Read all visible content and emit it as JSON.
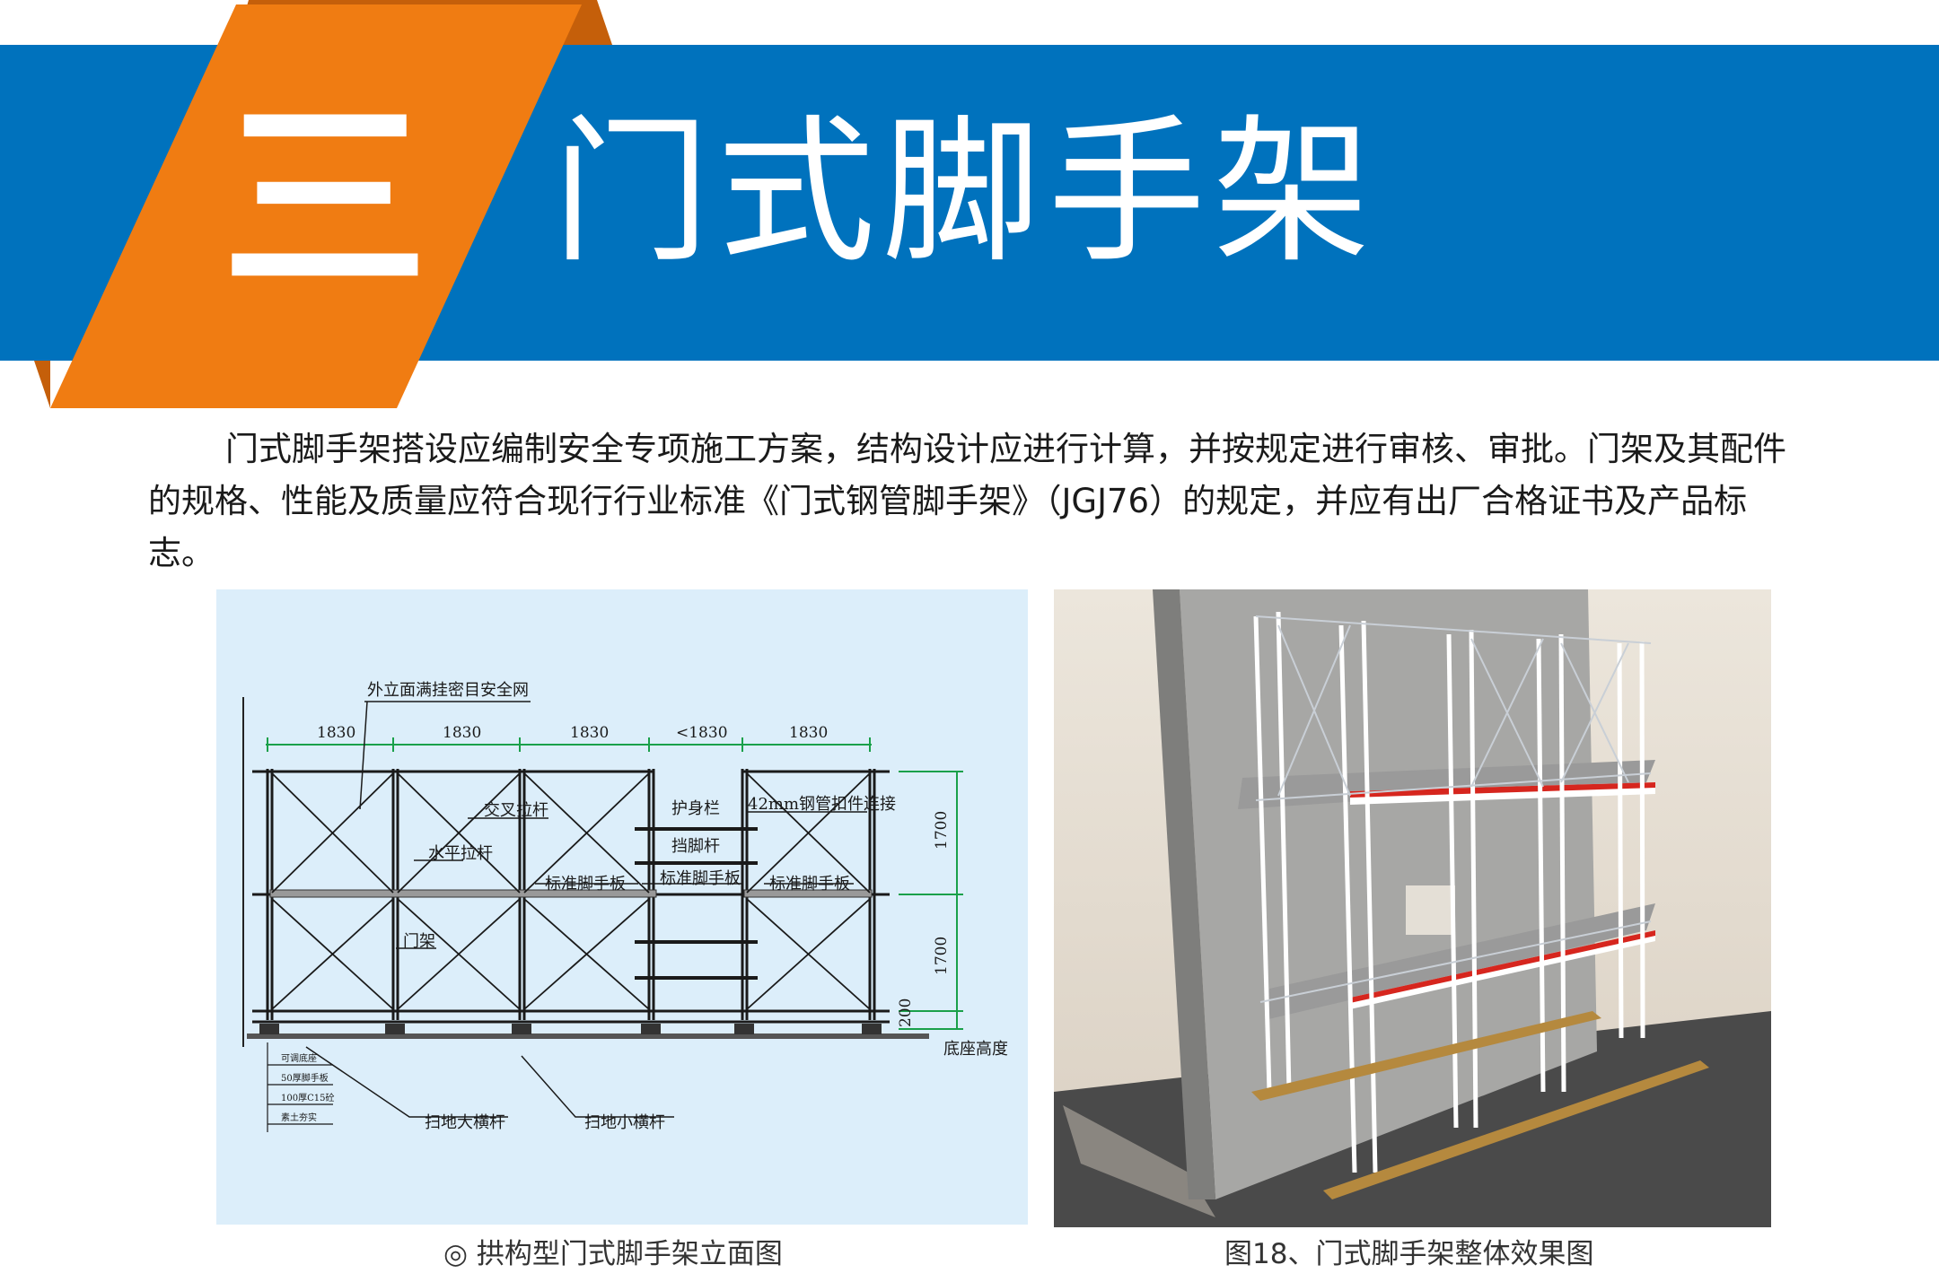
{
  "header": {
    "section_number": "三",
    "title": "门式脚手架",
    "colors": {
      "band": "#0072bd",
      "accent": "#f07c12",
      "accent_dark": "#c55f0a"
    }
  },
  "intro": {
    "paragraph": "门式脚手架搭设应编制安全专项施工方案，结构设计应进行计算，并按规定进行审核、审批。门架及其配件的规格、性能及质量应符合现行行业标准《门式钢管脚手架》（JGJ76）的规定，并应有出厂合格证书及产品标志。"
  },
  "figures": {
    "left": {
      "caption": "◎ 拱构型门式脚手架立面图",
      "dimensions_top": [
        "1830",
        "1830",
        "1830",
        "<1830",
        "1830"
      ],
      "dimensions_right": [
        "1700",
        "1700",
        "200"
      ],
      "labels": {
        "safety_net": "外立面满挂密目安全网",
        "cross_brace": "交叉拉杆",
        "guard_rail": "护身栏",
        "pipe_connect": "42mm钢管扣件连接",
        "toe_board": "挡脚杆",
        "horizontal_rod": "水平拉杆",
        "std_plank_1": "标准脚手板",
        "std_plank_2": "标准脚手板",
        "std_plank_3": "标准脚手板",
        "door_frame": "门架",
        "base_height": "底座高度",
        "sweep_big": "扫地大横杆",
        "sweep_small": "扫地小横杆"
      },
      "base_layers": [
        "可调底座",
        "50厚脚手板",
        "100厚C15砼",
        "素土夯实"
      ]
    },
    "right": {
      "caption": "图18、门式脚手架整体效果图"
    }
  }
}
